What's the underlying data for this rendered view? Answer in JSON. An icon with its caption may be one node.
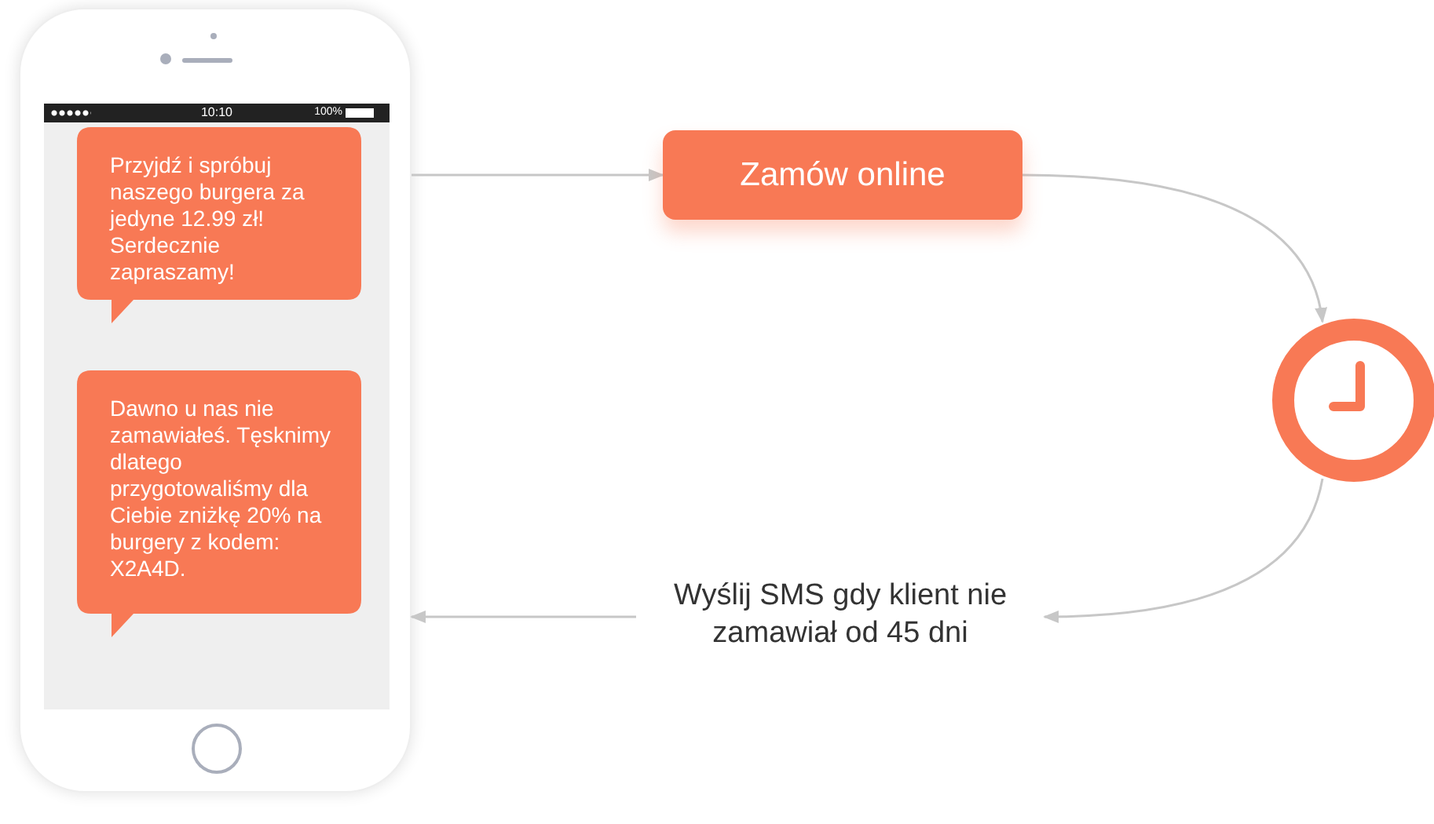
{
  "diagram": {
    "nodes": [
      {
        "text": [],
        "shape": "picture"
      },
      {
        "text": [
          "Przyjdź i spróbuj naszego burgera za jedyne 12.99 zł! Serdecznie zapraszamy!"
        ],
        "in": 0
      },
      {
        "text": [
          "Dawno u nas nie zamawiałeś. Tęsknimy dlatego przygotowaliśmy dla Ciebie zniżkę 20% na burgery z kodem: X2A4D."
        ],
        "in": 0
      },
      {
        "text": [
          "Zamów online"
        ]
      },
      {
        "text": [],
        "shape": "circle"
      },
      {
        "text": [
          "Wyślij SMS gdy klient nie zamawiał od 45 dni"
        ]
      }
    ],
    "edges": [
      {
        "from": 0,
        "to": 3,
        "arrow": "to"
      },
      {
        "from": 3,
        "to": 4,
        "arrow": "to"
      },
      {
        "from": 4,
        "to": 5,
        "arrow": "to"
      },
      {
        "from": 5,
        "to": 0,
        "arrow": "to"
      }
    ],
    "labels": [
      "10:10",
      "100%"
    ]
  }
}
